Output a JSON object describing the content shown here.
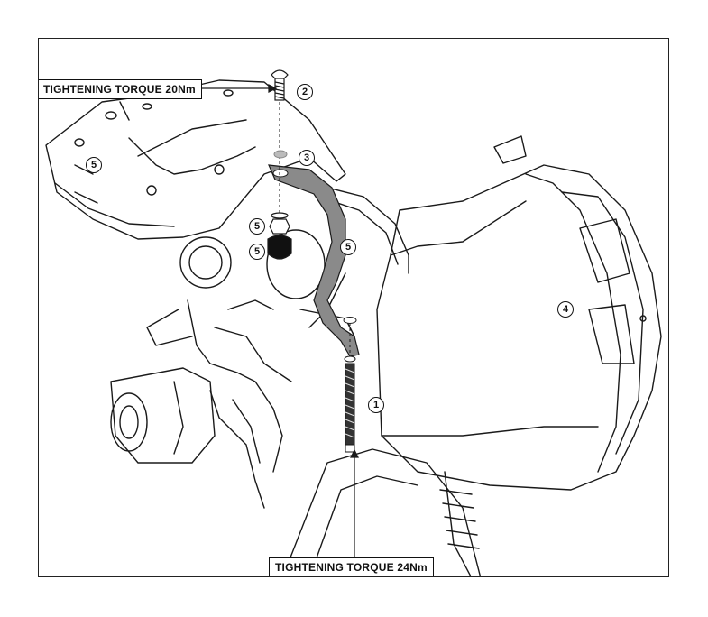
{
  "labels": {
    "torque_top": "TIGHTENING TORQUE 20Nm",
    "torque_bottom": "TIGHTENING TORQUE 24Nm"
  },
  "callouts": {
    "c1": "1",
    "c2": "2",
    "c3": "3",
    "c4": "4",
    "c5a": "5",
    "c5b": "5",
    "c5c": "5",
    "c5d": "5"
  },
  "colors": {
    "line": "#1a1a1a",
    "bracket_fill": "#8a8a8a",
    "screw_fill": "#333333"
  }
}
